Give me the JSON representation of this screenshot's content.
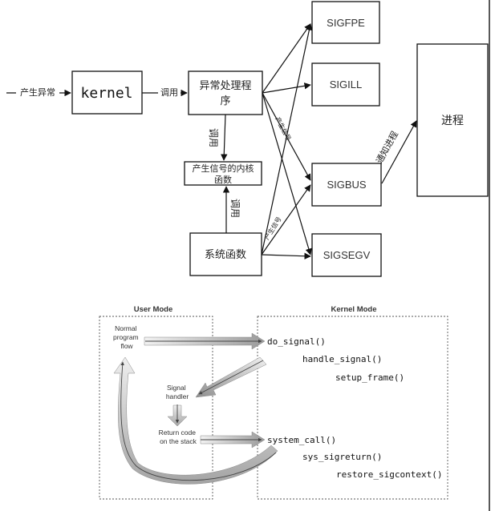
{
  "top_diagram": {
    "input_label": "产生异常",
    "kernel": "kernel",
    "call_label_1": "调用",
    "handler_line1": "异常处理程",
    "handler_line2": "序",
    "call_label_2": "调用",
    "gen_func_line1": "产生信号的内核",
    "gen_func_line2": "函数",
    "call_label_3": "调用",
    "syscall_func": "系统函数",
    "signals": [
      "SIGFPE",
      "SIGILL",
      "SIGBUS",
      "SIGSEGV"
    ],
    "gen_signal_label_a": "产生信号",
    "gen_signal_label_b": "产生信号",
    "notify_label": "通知进程",
    "process": "进程"
  },
  "bottom_diagram": {
    "user_mode_title": "User Mode",
    "kernel_mode_title": "Kernel Mode",
    "normal_flow_lines": [
      "Normal",
      "program",
      "flow"
    ],
    "signal_handler_lines": [
      "Signal",
      "handler"
    ],
    "return_code_lines": [
      "Return code",
      "on the stack"
    ],
    "kernel_functions": [
      "do_signal()",
      "handle_signal()",
      "setup_frame()",
      "system_call()",
      "sys_sigreturn()",
      "restore_sigcontext()"
    ]
  }
}
